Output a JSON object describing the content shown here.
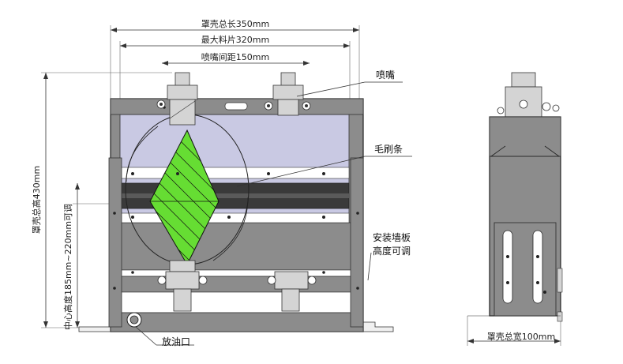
{
  "dimensions": {
    "housing_length": "罩壳总长350mm",
    "max_material": "最大料片320mm",
    "nozzle_spacing": "喷嘴间距150mm",
    "housing_height": "罩壳总高430mm",
    "center_height": "中心高度185mm~220mm可调",
    "housing_width": "罩壳总宽100mm"
  },
  "callouts": {
    "nozzle": "喷嘴",
    "brush": "毛刷条",
    "wall_plate_line1": "安装墙板",
    "wall_plate_line2": "高度可调",
    "drain": "放油口"
  },
  "colors": {
    "housing": "#8c8c8c",
    "housing_dark": "#6e6e6e",
    "inner_panel": "#c9c9e3",
    "roller": "#3a3a3a",
    "brush_fill": "#66dd33",
    "nozzle": "#d4d4d4"
  }
}
